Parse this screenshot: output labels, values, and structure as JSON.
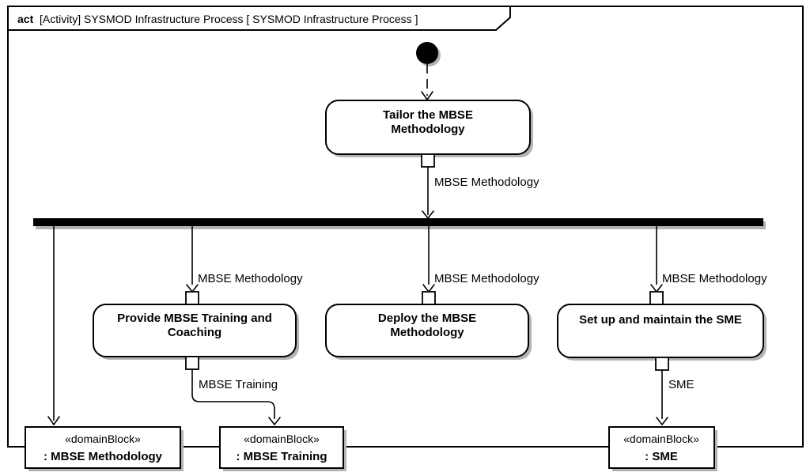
{
  "diagram": {
    "frame_keyword": "act",
    "frame_title": "[Activity] SYSMOD Infrastructure Process [ SYSMOD Infrastructure Process ]"
  },
  "actions": {
    "tailor": {
      "line1": "Tailor the MBSE",
      "line2": "Methodology",
      "output_pin_label": "MBSE Methodology"
    },
    "provide": {
      "line1": "Provide MBSE Training and",
      "line2": "Coaching",
      "input_pin_label": "MBSE Methodology",
      "output_pin_label": "MBSE Training"
    },
    "deploy": {
      "line1": "Deploy the MBSE",
      "line2": "Methodology",
      "input_pin_label": "MBSE Methodology"
    },
    "setup": {
      "label": "Set up and maintain the SME",
      "input_pin_label": "MBSE Methodology",
      "output_pin_label": "SME"
    }
  },
  "object_nodes": {
    "stereotype": "«domainBlock»",
    "mbse_methodology": {
      "name": ": MBSE Methodology"
    },
    "mbse_training": {
      "name": ": MBSE Training"
    },
    "sme": {
      "name": ": SME"
    }
  },
  "colors": {
    "stroke": "#000000",
    "fill": "#ffffff",
    "shadow": "#b3b3b3",
    "background": "#ffffff"
  }
}
